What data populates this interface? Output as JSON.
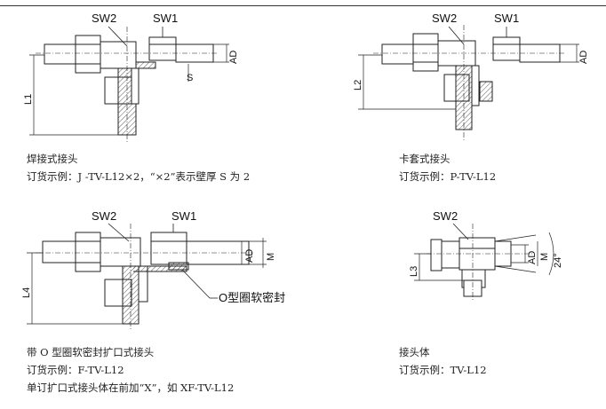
{
  "figures": [
    {
      "labels": {
        "sw2": "SW2",
        "sw1": "SW1",
        "ad": "AD",
        "s": "S",
        "l": "L1"
      },
      "caption": "焊接式接头",
      "order": "订货示例：J -TV-L12×2，“×2”表示壁厚 S 为 2"
    },
    {
      "labels": {
        "sw2": "SW2",
        "sw1": "SW1",
        "ad": "AD",
        "l": "L2"
      },
      "caption": "卡套式接头",
      "order": "订货示例：P-TV-L12"
    },
    {
      "labels": {
        "sw2": "SW2",
        "sw1": "SW1",
        "ad": "AD",
        "m": "M",
        "l": "L4",
        "seal": "O型圈软密封"
      },
      "caption": "带 O 型圈软密封扩口式接头",
      "order": "订货示例：F-TV-L12",
      "note": "单订扩口式接头体在前加“X”，如 XF-TV-L12"
    },
    {
      "labels": {
        "sw2": "SW2",
        "ad": "AD",
        "m": "M",
        "angle": "24°",
        "l": "L3"
      },
      "caption": "接头体",
      "order": "订货示例：TV-L12"
    }
  ]
}
